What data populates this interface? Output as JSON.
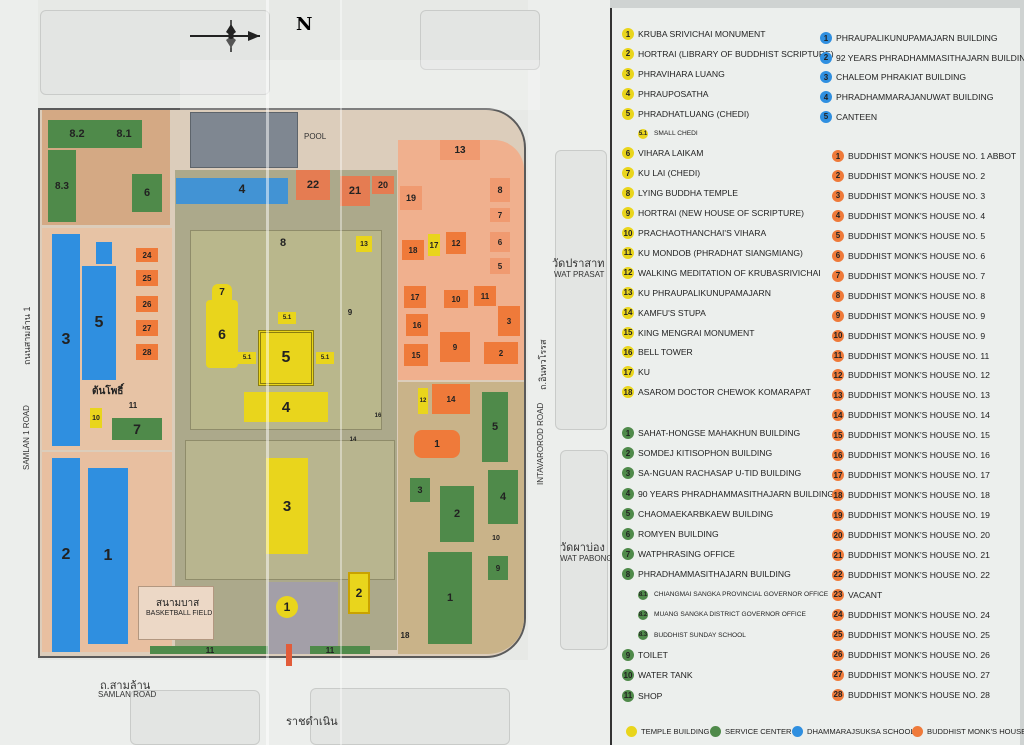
{
  "colors": {
    "temple": "#e9d51c",
    "service": "#4f8a4a",
    "school": "#2f8fe0",
    "monk": "#ef7a3a"
  },
  "map": {
    "north_label": "N",
    "roads": {
      "samlan_1_en": "SAMLAN 1 ROAD",
      "samlan_1_th": "ถนนสามล้าน 1",
      "intavaroros_en": "INTAVAROROD ROAD",
      "intavaroros_th": "ถ.อินทวโรรส",
      "samlan_th": "ถ.สามล้าน",
      "samlan_en": "SAMLAN ROAD",
      "ratchadamnoen_th": "ราชดำเนิน"
    },
    "neighbors": {
      "wat_prasat_th": "วัดปราสาท",
      "wat_prasat_en": "WAT PRASAT",
      "wat_pabong_th": "วัดผาบ่อง",
      "wat_pabong_en": "WAT PABONG"
    },
    "field_th": "สนามบาส",
    "field_en": "BASKETBALL FIELD",
    "tree_th": "ต้นโพธิ์",
    "pool_en": "POOL",
    "labels": {
      "t1": "1",
      "t2": "2",
      "t3": "3",
      "t4": "4",
      "t5": "5",
      "t51": "5.1",
      "t6": "6",
      "t7": "7",
      "s1": "1",
      "s2": "2",
      "s3": "3",
      "s4": "4",
      "s5": "5",
      "s6": "6",
      "s7": "7",
      "s81": "8.1",
      "s82": "8.2",
      "s83": "8.3",
      "s10": "10",
      "s11": "11",
      "s9": "9",
      "s12": "12",
      "s13": "13",
      "s14": "14",
      "s16": "16",
      "s17": "17",
      "s18": "18",
      "s8": "8",
      "b1": "1",
      "b2": "2",
      "b3": "3",
      "b4": "4",
      "b5": "5",
      "h1": "1",
      "h2": "2",
      "h3": "3",
      "h5": "5",
      "h6": "6",
      "h7": "7",
      "h8": "8",
      "h9": "9",
      "h10": "10",
      "h11": "11",
      "h12": "12",
      "h13": "13",
      "h14": "14",
      "h15": "15",
      "h16": "16",
      "h17": "17",
      "h18": "18",
      "h19": "19",
      "h20": "20",
      "h21": "21",
      "h22": "22",
      "h24": "24",
      "h25": "25",
      "h26": "26",
      "h27": "27",
      "h28": "28"
    }
  },
  "legend": {
    "temple_items": [
      {
        "n": "1",
        "text": "KRUBA SRIVICHAI MONUMENT"
      },
      {
        "n": "2",
        "text": "HORTRAI (LIBRARY OF BUDDHIST SCRIPTURE)"
      },
      {
        "n": "3",
        "text": "PHRAVIHARA LUANG"
      },
      {
        "n": "4",
        "text": "PHRAUPOSATHA"
      },
      {
        "n": "5",
        "text": "PHRADHATLUANG (CHEDI)"
      },
      {
        "n": "5.1",
        "text": "SMALL CHEDI",
        "small": true
      },
      {
        "n": "6",
        "text": "VIHARA LAIKAM"
      },
      {
        "n": "7",
        "text": "KU LAI (CHEDI)"
      },
      {
        "n": "8",
        "text": "LYING BUDDHA TEMPLE"
      },
      {
        "n": "9",
        "text": "HORTRAI (NEW HOUSE OF SCRIPTURE)"
      },
      {
        "n": "10",
        "text": "PRACHAOTHANCHAI'S VIHARA"
      },
      {
        "n": "11",
        "text": "KU MONDOB (PHRADHAT SIANGMIANG)"
      },
      {
        "n": "12",
        "text": "WALKING MEDITATION OF KRUBASRIVICHAI"
      },
      {
        "n": "13",
        "text": "KU PHRAUPALIKUNUPAMAJARN"
      },
      {
        "n": "14",
        "text": "KAMFU'S STUPA"
      },
      {
        "n": "15",
        "text": "KING MENGRAI MONUMENT"
      },
      {
        "n": "16",
        "text": "BELL TOWER"
      },
      {
        "n": "17",
        "text": "KU"
      },
      {
        "n": "18",
        "text": "ASAROM DOCTOR CHEWOK KOMARAPAT"
      }
    ],
    "service_items": [
      {
        "n": "1",
        "text": "SAHAT-HONGSE MAHAKHUN BUILDING"
      },
      {
        "n": "2",
        "text": "SOMDEJ KITISOPHON BUILDING"
      },
      {
        "n": "3",
        "text": "SA-NGUAN RACHASAP U-TID BUILDING"
      },
      {
        "n": "4",
        "text": "90 YEARS PHRADHAMMASITHAJARN BUILDING"
      },
      {
        "n": "5",
        "text": "CHAOMAEKARBKAEW BUILDING"
      },
      {
        "n": "6",
        "text": "ROMYEN BUILDING"
      },
      {
        "n": "7",
        "text": "WATPHRASING OFFICE"
      },
      {
        "n": "8",
        "text": "PHRADHAMMASITHAJARN BUILDING"
      },
      {
        "n": "8.1",
        "text": "CHIANGMAI SANGKA PROVINCIAL GOVERNOR OFFICE",
        "small": true
      },
      {
        "n": "8.2",
        "text": "MUANG SANGKA DISTRICT GOVERNOR OFFICE",
        "small": true
      },
      {
        "n": "8.3",
        "text": "BUDDHIST SUNDAY SCHOOL",
        "small": true
      },
      {
        "n": "9",
        "text": "TOILET"
      },
      {
        "n": "10",
        "text": "WATER TANK"
      },
      {
        "n": "11",
        "text": "SHOP"
      }
    ],
    "school_items": [
      {
        "n": "1",
        "text": "PHRAUPALIKUNUPAMAJARN BUILDING"
      },
      {
        "n": "2",
        "text": "92 YEARS PHRADHAMMASITHAJARN BUILDING"
      },
      {
        "n": "3",
        "text": "CHALEOM PHRAKIAT BUILDING"
      },
      {
        "n": "4",
        "text": "PHRADHAMMARAJANUWAT BUILDING"
      },
      {
        "n": "5",
        "text": "CANTEEN"
      }
    ],
    "monk_items": [
      {
        "n": "1",
        "text": "BUDDHIST MONK'S HOUSE NO. 1 ABBOT"
      },
      {
        "n": "2",
        "text": "BUDDHIST MONK'S HOUSE NO. 2"
      },
      {
        "n": "3",
        "text": "BUDDHIST MONK'S HOUSE NO. 3"
      },
      {
        "n": "4",
        "text": "BUDDHIST MONK'S HOUSE NO. 4"
      },
      {
        "n": "5",
        "text": "BUDDHIST MONK'S HOUSE NO. 5"
      },
      {
        "n": "6",
        "text": "BUDDHIST MONK'S HOUSE NO. 6"
      },
      {
        "n": "7",
        "text": "BUDDHIST MONK'S HOUSE NO. 7"
      },
      {
        "n": "8",
        "text": "BUDDHIST MONK'S HOUSE NO. 8"
      },
      {
        "n": "9",
        "text": "BUDDHIST MONK'S HOUSE NO. 9"
      },
      {
        "n": "10",
        "text": "BUDDHIST MONK'S HOUSE NO. 9"
      },
      {
        "n": "11",
        "text": "BUDDHIST MONK'S HOUSE NO. 11"
      },
      {
        "n": "12",
        "text": "BUDDHIST MONK'S HOUSE NO. 12"
      },
      {
        "n": "13",
        "text": "BUDDHIST MONK'S HOUSE NO. 13"
      },
      {
        "n": "14",
        "text": "BUDDHIST MONK'S HOUSE NO. 14"
      },
      {
        "n": "15",
        "text": "BUDDHIST MONK'S HOUSE NO. 15"
      },
      {
        "n": "16",
        "text": "BUDDHIST MONK'S HOUSE NO. 16"
      },
      {
        "n": "17",
        "text": "BUDDHIST MONK'S HOUSE NO. 17"
      },
      {
        "n": "18",
        "text": "BUDDHIST MONK'S HOUSE NO. 18"
      },
      {
        "n": "19",
        "text": "BUDDHIST MONK'S HOUSE NO. 19"
      },
      {
        "n": "20",
        "text": "BUDDHIST MONK'S HOUSE NO. 20"
      },
      {
        "n": "21",
        "text": "BUDDHIST MONK'S HOUSE NO. 21"
      },
      {
        "n": "22",
        "text": "BUDDHIST MONK'S HOUSE NO. 22"
      },
      {
        "n": "23",
        "text": "VACANT"
      },
      {
        "n": "24",
        "text": "BUDDHIST MONK'S HOUSE NO. 24"
      },
      {
        "n": "25",
        "text": "BUDDHIST MONK'S HOUSE NO. 25"
      },
      {
        "n": "26",
        "text": "BUDDHIST MONK'S HOUSE NO. 26"
      },
      {
        "n": "27",
        "text": "BUDDHIST MONK'S HOUSE NO. 27"
      },
      {
        "n": "28",
        "text": "BUDDHIST MONK'S HOUSE NO. 28"
      }
    ],
    "key": [
      {
        "color": "#e9d51c",
        "text": "TEMPLE BUILDING"
      },
      {
        "color": "#4f8a4a",
        "text": "SERVICE CENTER"
      },
      {
        "color": "#2f8fe0",
        "text": "DHAMMARAJSUKSA SCHOOL"
      },
      {
        "color": "#ef7a3a",
        "text": "BUDDHIST MONK'S HOUSE"
      }
    ]
  }
}
